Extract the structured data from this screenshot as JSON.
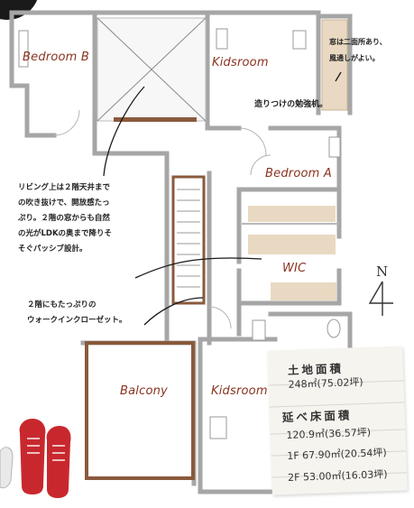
{
  "rooms": {
    "bedroom_b": "Bedroom B",
    "kidsroom_top": "Kidsroom",
    "bedroom_a": "Bedroom A",
    "wic": "WIC",
    "balcony": "Balcony",
    "kidsroom_bottom": "Kidsroom"
  },
  "notes": {
    "window_note": [
      "窓は二面所あり、",
      "風通しがよい。"
    ],
    "desk_note": "造りつけの勉強机。",
    "living_note": [
      "リビング上は２階天井まで",
      "の吹き抜けで、開放感たっ",
      "ぷり。２階の窓からも自然",
      "の光がLDKの奥まで降りそ",
      "そぐパッシブ設計。"
    ],
    "closet_note": [
      "２階にもたっぷりの",
      "ウォークインクローゼット。"
    ]
  },
  "compass": {
    "label": "N"
  },
  "areas": {
    "land_heading": "土地面積",
    "land_value": "248㎡(75.02坪)",
    "floor_heading": "延べ床面積",
    "floor_total": "120.9㎡(36.57坪)",
    "floor_1f": "1F 67.90㎡(20.54坪)",
    "floor_2f": "2F 53.00㎡(16.03坪)"
  },
  "colors": {
    "wall": "#a6a6a6",
    "wood": "#e9d9c2",
    "accent_brown": "#8a5a3c",
    "room_label": "#8a3320",
    "sneaker": "#c8282d"
  }
}
